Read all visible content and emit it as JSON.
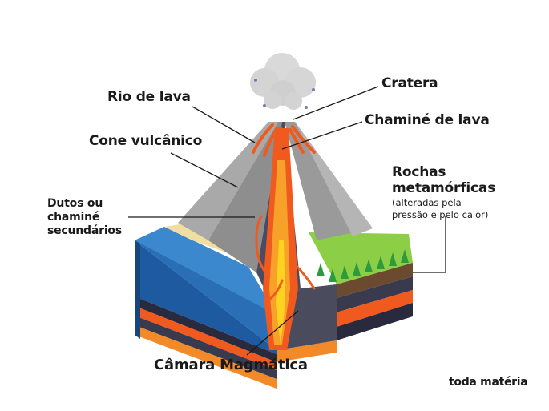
{
  "labels": {
    "crater": "Cratera",
    "lava_river": "Rio de lava",
    "lava_chimney": "Chaminé de lava",
    "volcanic_cone": "Cone vulcânico",
    "secondary_ducts": [
      "Dutos ou",
      "chaminé",
      "secundários"
    ],
    "metamorphic_rocks": [
      "Rochas",
      "metamórficas"
    ],
    "metamorphic_note": [
      "(alteradas pela",
      "pressão e pelo calor)"
    ],
    "magma_chamber": "Câmara Magmática"
  },
  "brand": "toda matéria",
  "colors": {
    "lava": "#f05a1f",
    "magma_core": "#ffd21f",
    "rock_gray": "#8e8e8e",
    "water": "#2a6fb5",
    "grass": "#8ccf46",
    "trees": "#2e9a3e"
  }
}
